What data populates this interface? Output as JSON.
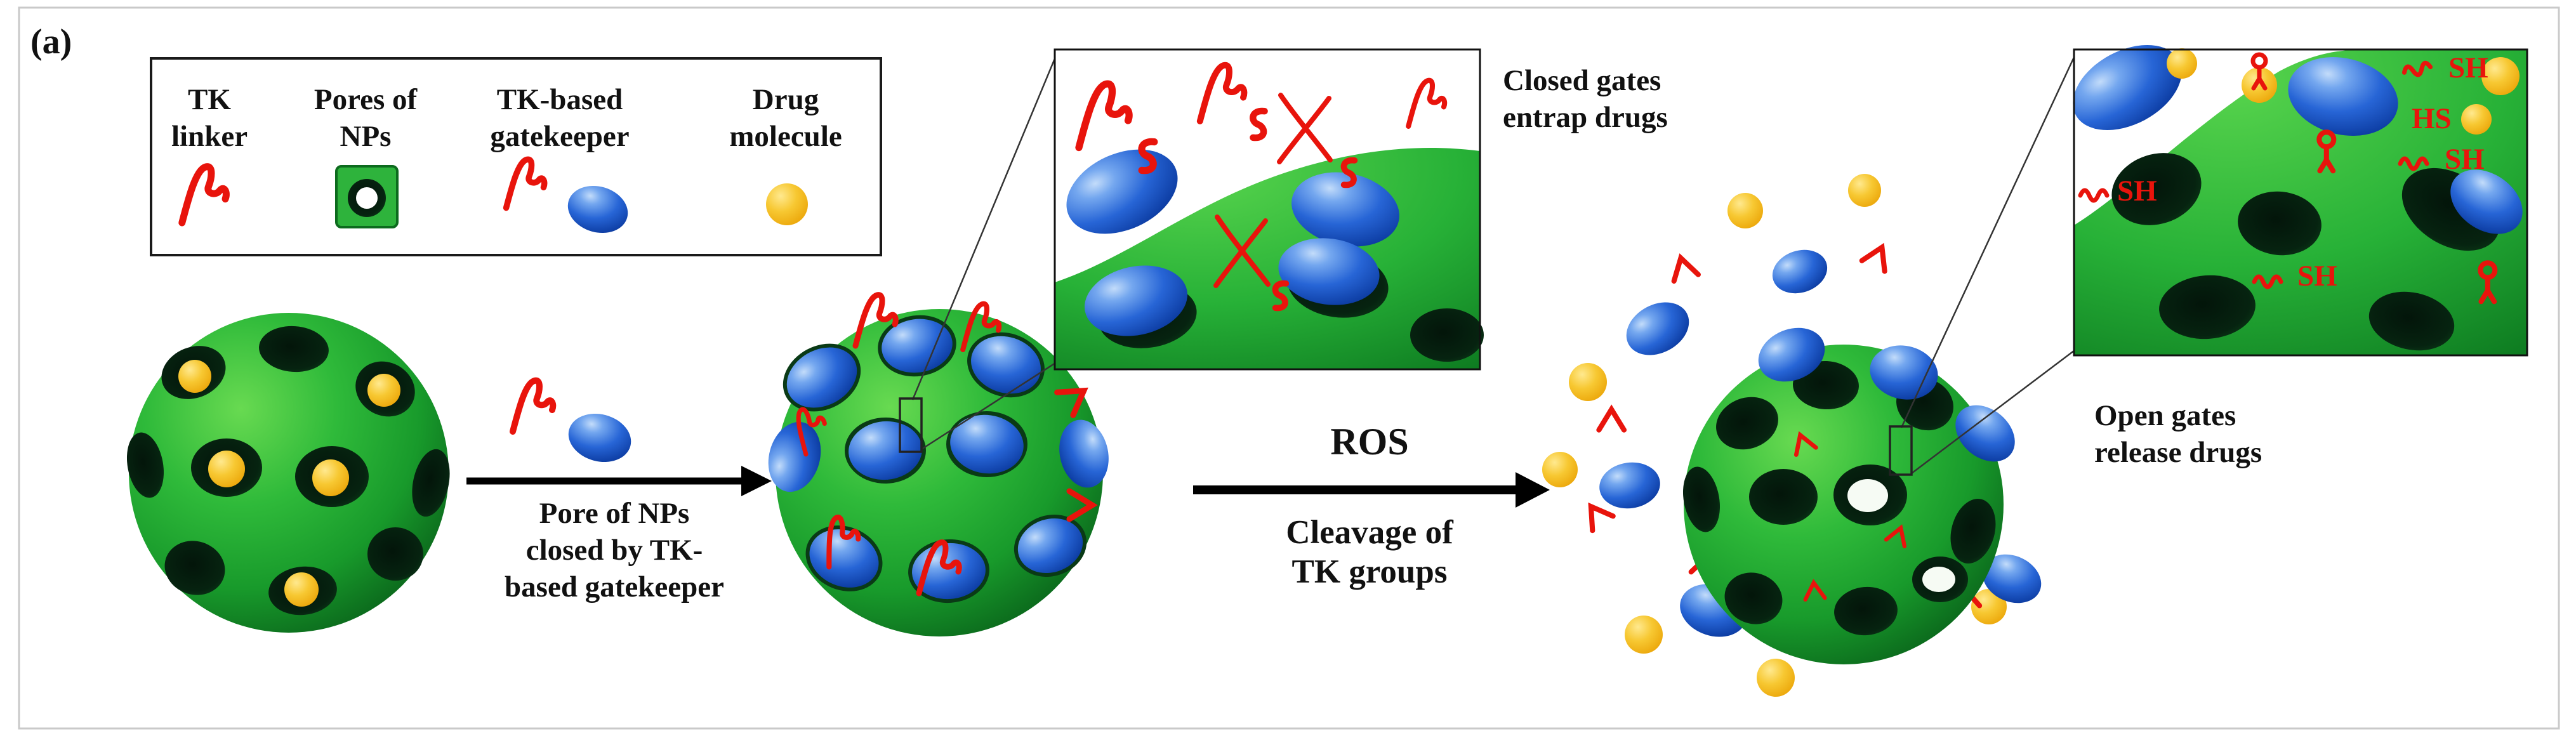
{
  "panel_label": "(a)",
  "legend": {
    "items": [
      {
        "line1": "TK",
        "line2": "linker",
        "icon": "tk-linker-icon"
      },
      {
        "line1": "Pores of",
        "line2": "NPs",
        "icon": "np-pore-icon"
      },
      {
        "line1": "TK-based",
        "line2": "gatekeeper",
        "icon": "tk-gatekeeper-icon"
      },
      {
        "line1": "Drug",
        "line2": "molecule",
        "icon": "drug-molecule-icon"
      }
    ]
  },
  "step1": {
    "caption_lines": [
      "Pore of NPs",
      "closed by TK-",
      "based gatekeeper"
    ]
  },
  "step2": {
    "label": "ROS",
    "caption_lines": [
      "Cleavage of",
      "TK groups"
    ]
  },
  "inset_closed": {
    "caption_lines": [
      "Closed gates",
      "entrap drugs"
    ]
  },
  "inset_open": {
    "caption_lines": [
      "Open gates",
      "release drugs"
    ],
    "thiol_labels": [
      "SH",
      "HS",
      "SH",
      "SH",
      "SH"
    ]
  },
  "colors": {
    "nanoparticle_green": "#1fae37",
    "pore_dark": "#06230f",
    "gatekeeper_blue": "#1d5fd0",
    "drug_yellow": "#f5c41e",
    "tk_red": "#e8140c",
    "figure_border": "#c9c9c9"
  }
}
